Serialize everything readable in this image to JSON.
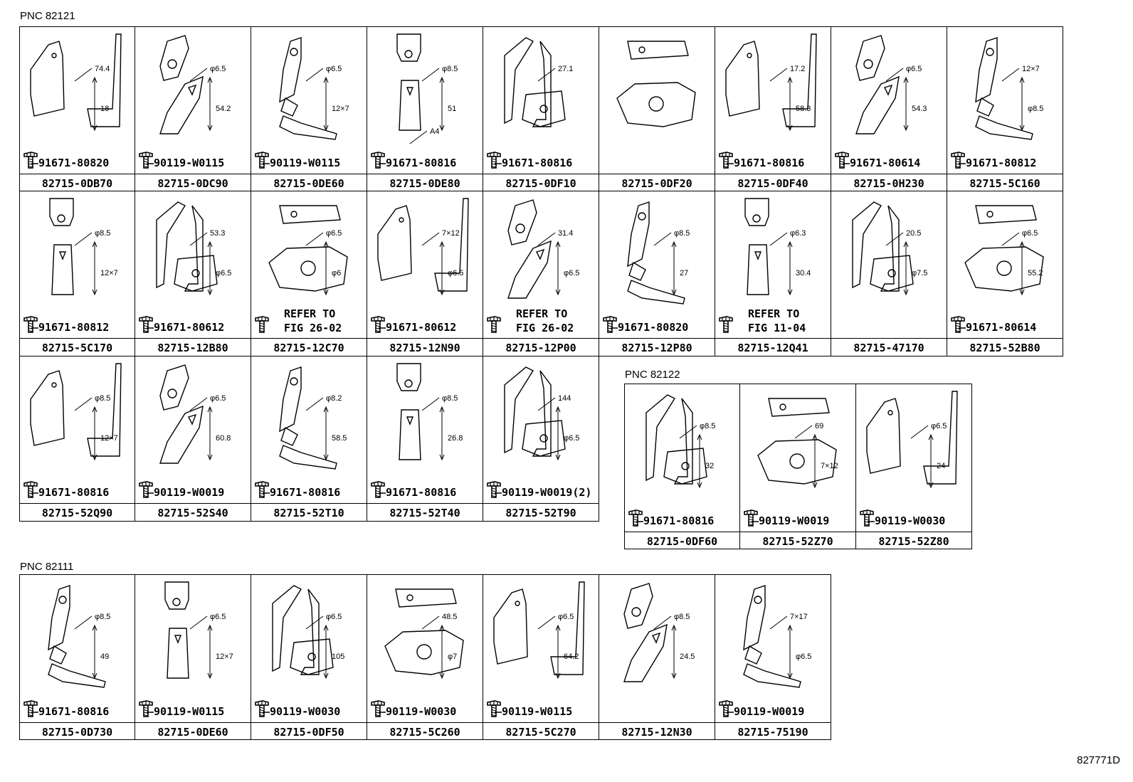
{
  "sections": [
    {
      "pnc": "PNC 82121",
      "cells": [
        {
          "part": "82715-0DB70",
          "bolt": "91671-80820",
          "dims": [
            "74.4",
            "18"
          ]
        },
        {
          "part": "82715-0DC90",
          "bolt": "90119-W0115",
          "dims": [
            "φ6.5",
            "54.2"
          ]
        },
        {
          "part": "82715-0DE60",
          "bolt": "90119-W0115",
          "dims": [
            "φ6.5",
            "12×7"
          ]
        },
        {
          "part": "82715-0DE80",
          "bolt": "91671-80816",
          "dims": [
            "φ8.5",
            "51",
            "A4"
          ]
        },
        {
          "part": "82715-0DF10",
          "bolt": "91671-80816",
          "dims": [
            "27.1"
          ]
        },
        {
          "part": "82715-0DF20",
          "bolt": "",
          "dims": []
        },
        {
          "part": "82715-0DF40",
          "bolt": "91671-80816",
          "dims": [
            "17.2",
            "58.3"
          ]
        },
        {
          "part": "82715-0H230",
          "bolt": "91671-80614",
          "dims": [
            "φ6.5",
            "54.3"
          ]
        },
        {
          "part": "82715-5C160",
          "bolt": "91671-80812",
          "dims": [
            "12×7",
            "φ8.5"
          ]
        },
        {
          "part": "82715-5C170",
          "bolt": "91671-80812",
          "dims": [
            "φ8.5",
            "12×7"
          ]
        },
        {
          "part": "82715-12B80",
          "bolt": "91671-80612",
          "dims": [
            "53.3",
            "φ6.5"
          ]
        },
        {
          "part": "82715-12C70",
          "bolt": "",
          "refer": [
            "REFER TO",
            "FIG 26-02"
          ],
          "dims": [
            "φ6.5",
            "φ6"
          ]
        },
        {
          "part": "82715-12N90",
          "bolt": "91671-80612",
          "dims": [
            "7×12",
            "φ6.5"
          ]
        },
        {
          "part": "82715-12P00",
          "bolt": "",
          "refer": [
            "REFER TO",
            "FIG 26-02"
          ],
          "dims": [
            "31.4",
            "φ6.5"
          ]
        },
        {
          "part": "82715-12P80",
          "bolt": "91671-80820",
          "dims": [
            "φ8.5",
            "27"
          ]
        },
        {
          "part": "82715-12Q41",
          "bolt": "",
          "refer": [
            "REFER TO",
            "FIG 11-04"
          ],
          "dims": [
            "φ6.3",
            "30.4"
          ]
        },
        {
          "part": "82715-47170",
          "bolt": "",
          "dims": [
            "20.5",
            "φ7.5"
          ]
        },
        {
          "part": "82715-52B80",
          "bolt": "91671-80614",
          "dims": [
            "φ6.5",
            "55.2"
          ]
        },
        {
          "part": "82715-52Q90",
          "bolt": "91671-80816",
          "dims": [
            "φ8.5",
            "12×7"
          ]
        },
        {
          "part": "82715-52S40",
          "bolt": "90119-W0019",
          "dims": [
            "φ6.5",
            "60.8"
          ]
        },
        {
          "part": "82715-52T10",
          "bolt": "91671-80816",
          "dims": [
            "φ8.2",
            "58.5"
          ]
        },
        {
          "part": "82715-52T40",
          "bolt": "91671-80816",
          "dims": [
            "φ8.5",
            "26.8"
          ]
        },
        {
          "part": "82715-52T90",
          "bolt": "90119-W0019(2)",
          "dims": [
            "144",
            "φ6.5"
          ]
        }
      ]
    },
    {
      "pnc": "PNC 82122",
      "cells": [
        {
          "part": "82715-0DF60",
          "bolt": "91671-80816",
          "dims": [
            "φ8.5",
            "32"
          ]
        },
        {
          "part": "82715-52Z70",
          "bolt": "90119-W0019",
          "dims": [
            "69",
            "7×12"
          ]
        },
        {
          "part": "82715-52Z80",
          "bolt": "90119-W0030",
          "dims": [
            "φ6.5",
            "24"
          ]
        }
      ]
    },
    {
      "pnc": "PNC 82111",
      "cells": [
        {
          "part": "82715-0D730",
          "bolt": "91671-80816",
          "dims": [
            "φ8.5",
            "49"
          ]
        },
        {
          "part": "82715-0DE60",
          "bolt": "90119-W0115",
          "dims": [
            "φ6.5",
            "12×7"
          ]
        },
        {
          "part": "82715-0DF50",
          "bolt": "90119-W0030",
          "dims": [
            "φ6.5",
            "105"
          ]
        },
        {
          "part": "82715-5C260",
          "bolt": "90119-W0030",
          "dims": [
            "48.5",
            "φ7"
          ]
        },
        {
          "part": "82715-5C270",
          "bolt": "90119-W0115",
          "dims": [
            "φ6.5",
            "64.2"
          ]
        },
        {
          "part": "82715-12N30",
          "bolt": "",
          "dims": [
            "φ8.5",
            "24.5"
          ]
        },
        {
          "part": "82715-75190",
          "bolt": "90119-W0019",
          "dims": [
            "7×17",
            "φ6.5"
          ]
        }
      ]
    }
  ],
  "figure_id": "827771D"
}
